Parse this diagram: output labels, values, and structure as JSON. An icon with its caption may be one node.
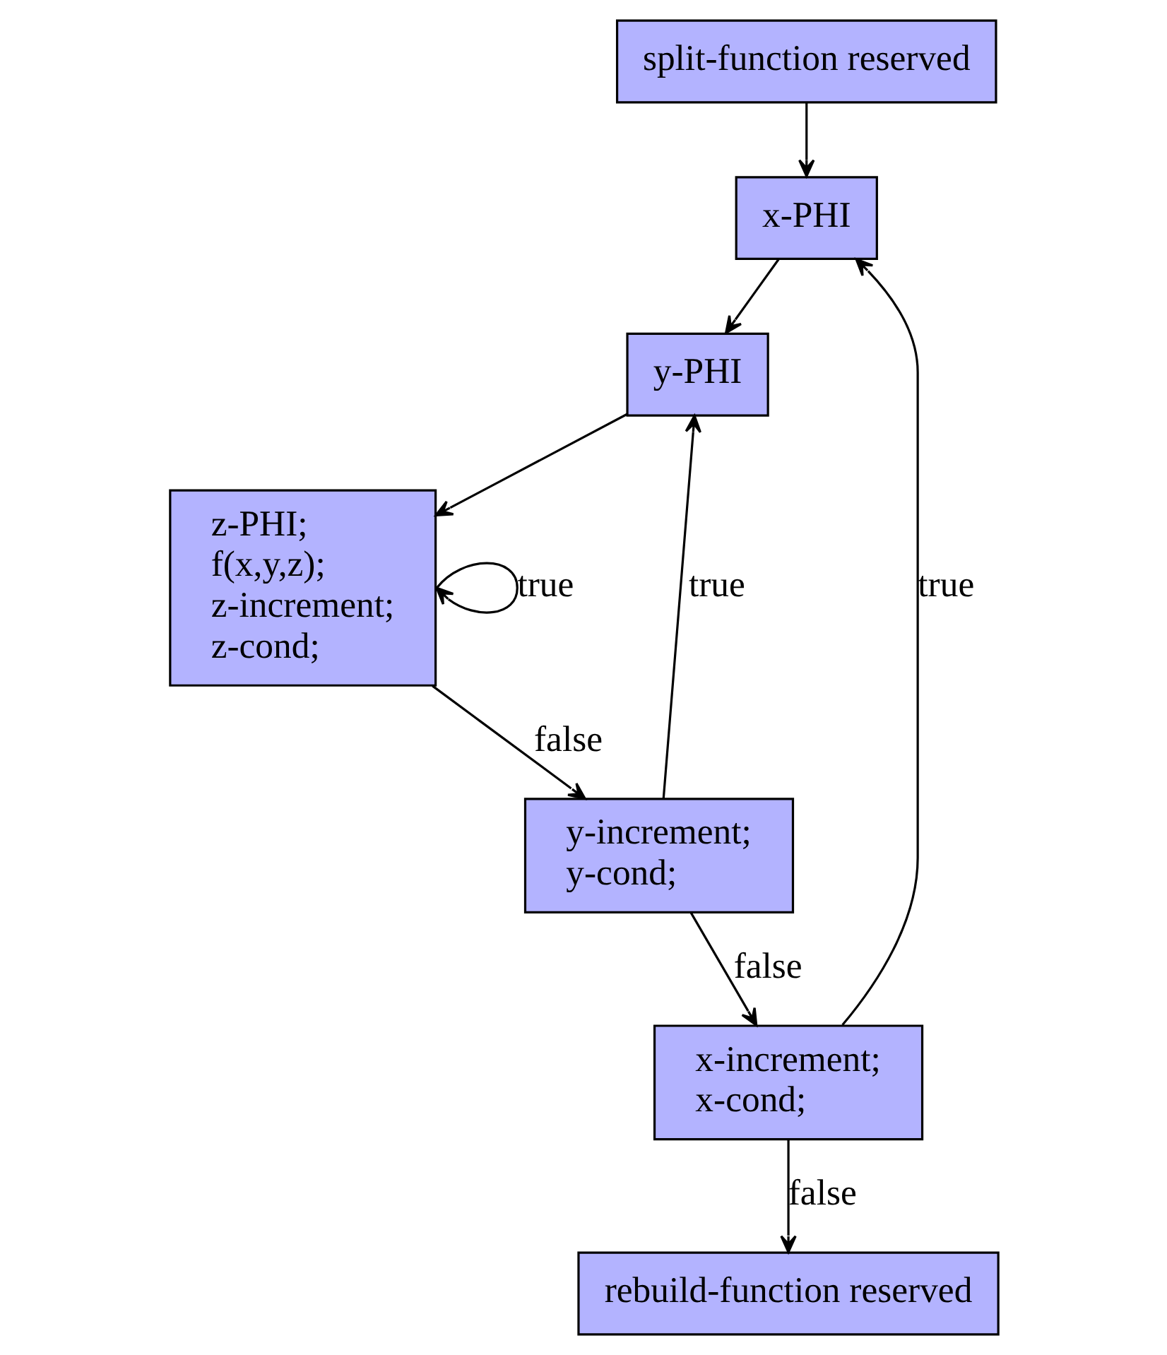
{
  "diagram": {
    "nodes": [
      {
        "text": [
          "split-function reserved"
        ]
      },
      {
        "text": [
          "x-PHI"
        ]
      },
      {
        "text": [
          "y-PHI"
        ]
      },
      {
        "text": [
          "z-PHI;",
          "f(x,y,z);",
          "z-increment;",
          "z-cond;"
        ]
      },
      {
        "text": [
          "y-increment;",
          "y-cond;"
        ]
      },
      {
        "text": [
          "x-increment;",
          "x-cond;"
        ]
      },
      {
        "text": [
          "rebuild-function reserved"
        ]
      }
    ],
    "edges": [
      {
        "from": 0,
        "to": 1,
        "arrow": "to"
      },
      {
        "from": 1,
        "to": 2,
        "arrow": "to"
      },
      {
        "from": 2,
        "to": 3,
        "arrow": "to"
      },
      {
        "from": 3,
        "to": 3,
        "arrow": "to",
        "label": "true"
      },
      {
        "from": 3,
        "to": 4,
        "arrow": "to",
        "label": "false"
      },
      {
        "from": 4,
        "to": 2,
        "arrow": "to",
        "label": "true"
      },
      {
        "from": 4,
        "to": 5,
        "arrow": "to",
        "label": "false"
      },
      {
        "from": 5,
        "to": 1,
        "arrow": "to",
        "label": "true"
      },
      {
        "from": 5,
        "to": 6,
        "arrow": "to",
        "label": "false"
      }
    ]
  }
}
